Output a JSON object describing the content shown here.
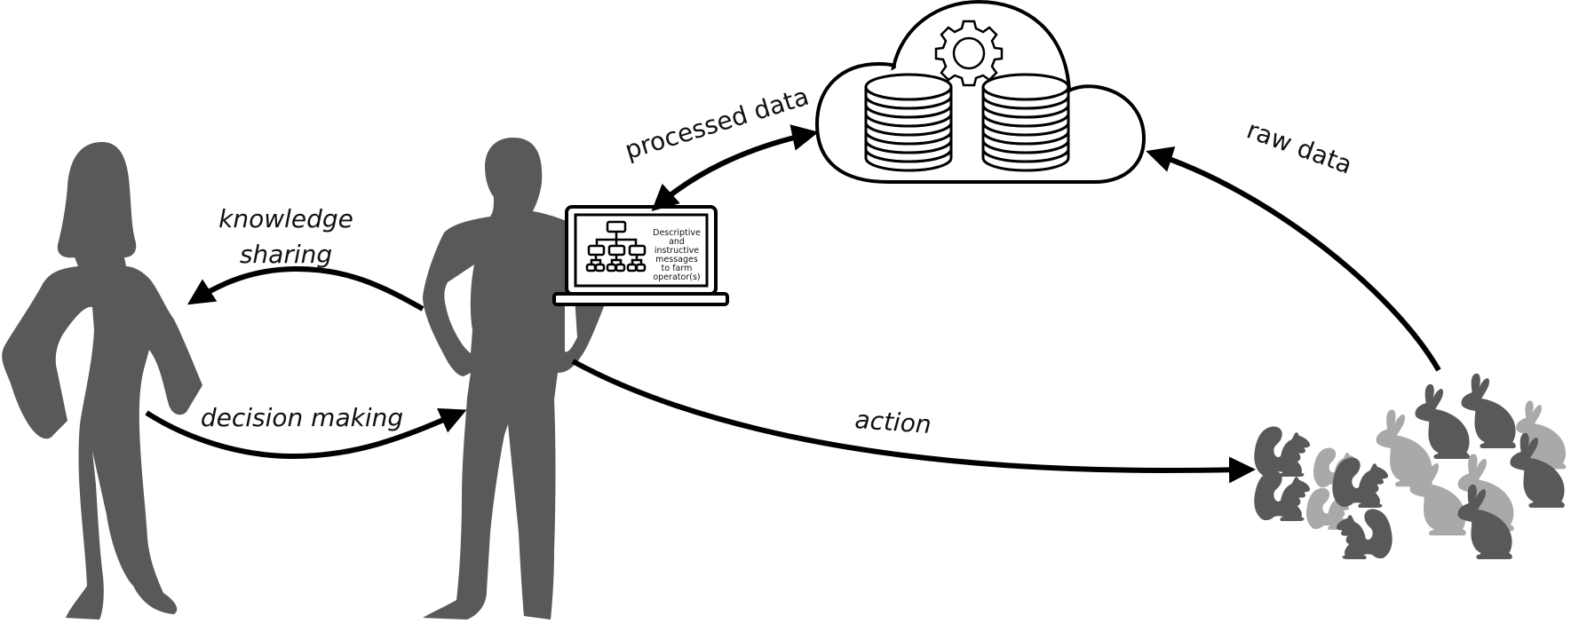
{
  "diagram": {
    "title": "",
    "colors": {
      "silhouette": "#595959",
      "silhouette_light": "#a9a9a9",
      "stroke": "#000000",
      "background": "#ffffff"
    },
    "nodes": {
      "woman": {
        "label": "",
        "icon": "woman-silhouette-icon"
      },
      "farm_operator": {
        "label": "",
        "icon": "man-silhouette-icon"
      },
      "laptop": {
        "icon": "laptop-icon",
        "screen_icon": "hierarchy-chart-icon",
        "screen_text": [
          "Descriptive",
          "and",
          "instructive",
          "messages",
          "to farm",
          "operator(s)"
        ]
      },
      "cloud": {
        "icon": "cloud-icon",
        "children": [
          "gear-icon",
          "database-icon",
          "database-icon"
        ]
      },
      "animals": {
        "icon": "animal-group-icon",
        "members": [
          "squirrel-icon",
          "rabbit-icon"
        ]
      }
    },
    "edges": [
      {
        "id": "knowledge_sharing",
        "label_lines": [
          "knowledge",
          "sharing"
        ],
        "from": "farm_operator",
        "to": "woman"
      },
      {
        "id": "decision_making",
        "label_lines": [
          "decision making"
        ],
        "from": "woman",
        "to": "farm_operator"
      },
      {
        "id": "processed_data",
        "label_lines": [
          "processed data"
        ],
        "from": "cloud",
        "to": "laptop",
        "bidirectional": true
      },
      {
        "id": "raw_data",
        "label_lines": [
          "raw data"
        ],
        "from": "animals",
        "to": "cloud"
      },
      {
        "id": "action",
        "label_lines": [
          "action"
        ],
        "from": "farm_operator",
        "to": "animals"
      }
    ]
  }
}
